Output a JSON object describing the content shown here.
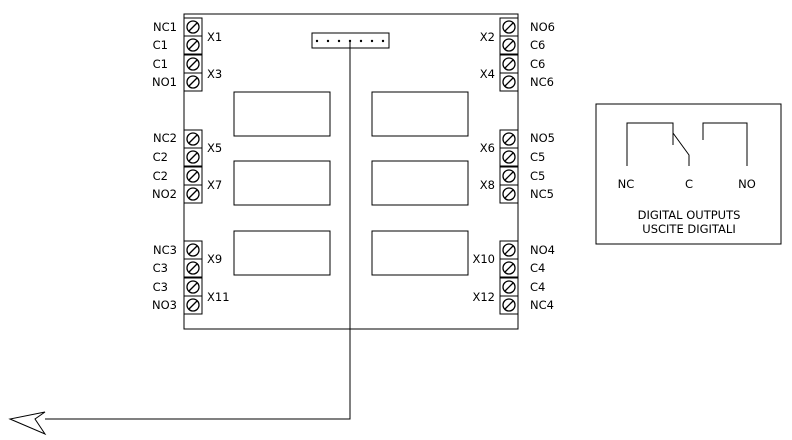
{
  "board": {
    "terminals_left": [
      {
        "label": "NC1"
      },
      {
        "label": "C1"
      },
      {
        "label": "C1"
      },
      {
        "label": "NO1"
      },
      {
        "label": "NC2"
      },
      {
        "label": "C2"
      },
      {
        "label": "C2"
      },
      {
        "label": "NO2"
      },
      {
        "label": "NC3"
      },
      {
        "label": "C3"
      },
      {
        "label": "C3"
      },
      {
        "label": "NO3"
      }
    ],
    "terminals_right": [
      {
        "label": "NO6"
      },
      {
        "label": "C6"
      },
      {
        "label": "C6"
      },
      {
        "label": "NC6"
      },
      {
        "label": "NO5"
      },
      {
        "label": "C5"
      },
      {
        "label": "C5"
      },
      {
        "label": "NC5"
      },
      {
        "label": "NO4"
      },
      {
        "label": "C4"
      },
      {
        "label": "C4"
      },
      {
        "label": "NC4"
      }
    ],
    "connectors_left": [
      "X1",
      "X3",
      "X5",
      "X7",
      "X9",
      "X11"
    ],
    "connectors_right": [
      "X2",
      "X4",
      "X6",
      "X8",
      "X10",
      "X12"
    ]
  },
  "legend": {
    "nc_label": "NC",
    "c_label": "C",
    "no_label": "NO",
    "title_line1": "DIGITAL OUTPUTS",
    "title_line2": "USCITE DIGITALI"
  }
}
